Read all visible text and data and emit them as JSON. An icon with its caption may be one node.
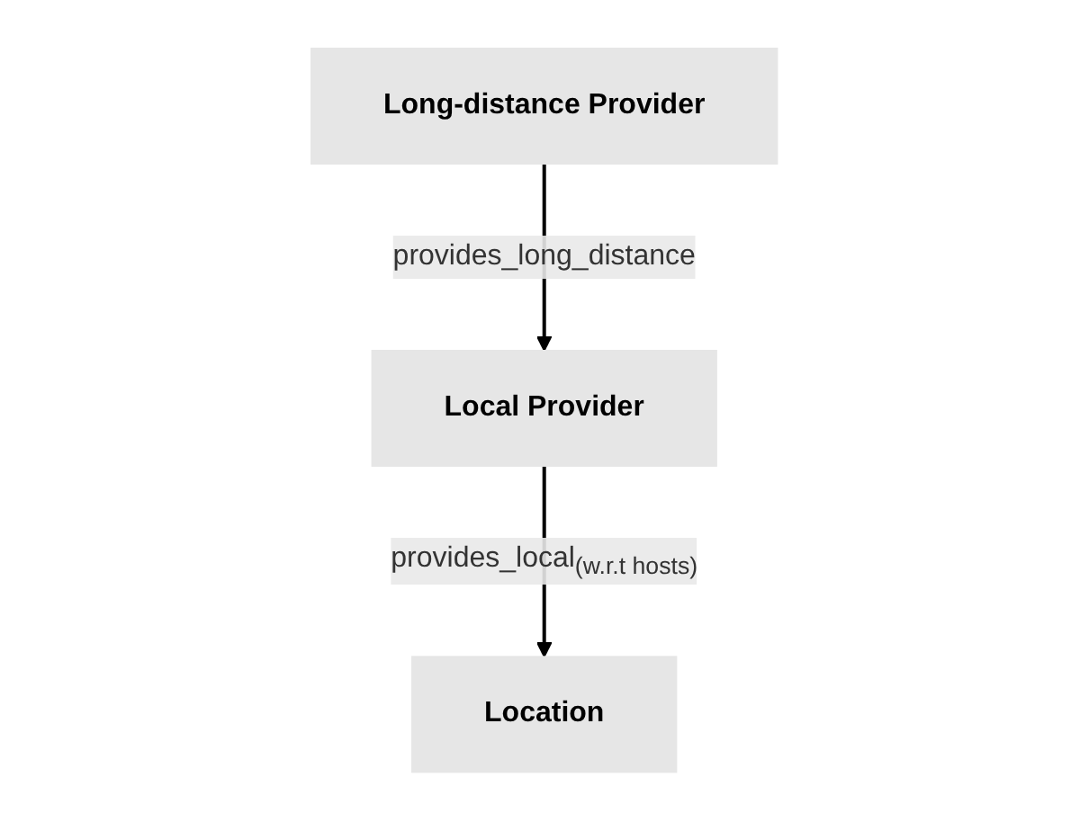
{
  "diagram": {
    "nodes": [
      {
        "text": [
          "Long-distance Provider"
        ]
      },
      {
        "text": [
          "Local Provider"
        ]
      },
      {
        "text": [
          "Location"
        ]
      }
    ],
    "edges": [
      {
        "from": 0,
        "to": 1,
        "arrow": "to",
        "label": "provides_long_distance"
      },
      {
        "from": 1,
        "to": 2,
        "arrow": "to",
        "label": "provides_local$_{(w.r.t hosts)}$"
      }
    ]
  }
}
